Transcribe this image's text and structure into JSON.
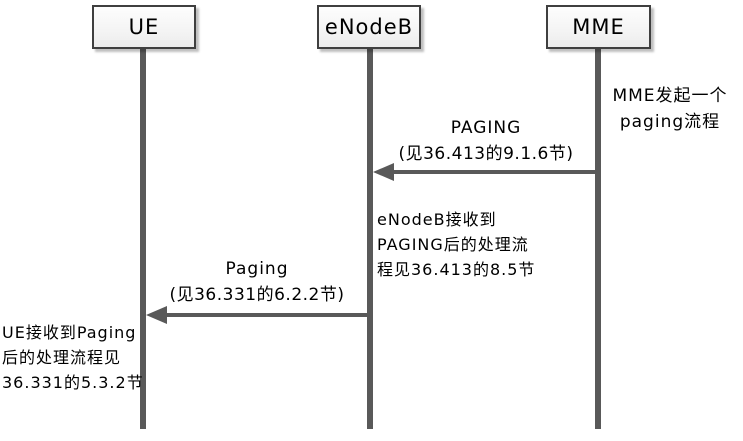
{
  "diagram": {
    "type": "sequence-diagram",
    "actors": [
      {
        "id": "ue",
        "label": "UE"
      },
      {
        "id": "enodeb",
        "label": "eNodeB"
      },
      {
        "id": "mme",
        "label": "MME"
      }
    ],
    "messages": [
      {
        "name": "PAGING",
        "detail": "(见36.413的9.1.6节)",
        "from": "MME",
        "to": "eNodeB",
        "direction": "right-to-left"
      },
      {
        "name": "Paging",
        "detail": "(见36.331的6.2.2节)",
        "from": "eNodeB",
        "to": "UE",
        "direction": "right-to-left"
      }
    ],
    "notes": [
      {
        "for": "MME",
        "text": "MME发起一个\npaging流程"
      },
      {
        "for": "eNodeB",
        "text": "eNodeB接收到\nPAGING后的处理流\n程见36.413的8.5节"
      },
      {
        "for": "UE",
        "text": "UE接收到Paging\n后的处理流程见\n36.331的5.3.2节"
      }
    ],
    "colors": {
      "line": "#595959",
      "box_border": "#3f3f3f",
      "box_fill_top": "#fdfdfd",
      "box_fill_bottom": "#ececec",
      "text": "#000000",
      "background": "#ffffff"
    }
  }
}
